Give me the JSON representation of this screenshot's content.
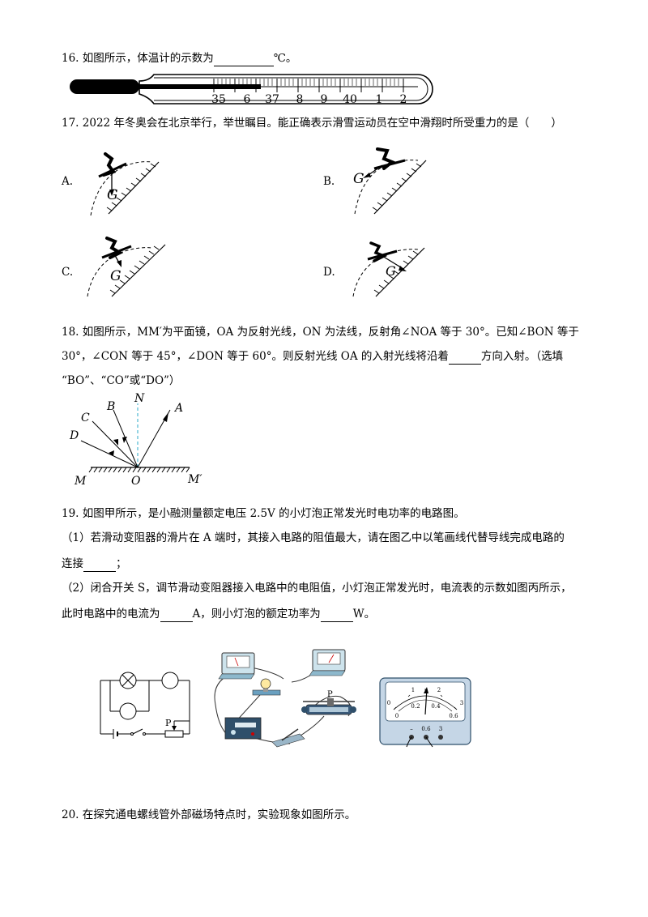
{
  "q16": {
    "number": "16.",
    "text": "如图所示，体温计的示数为",
    "unit": "℃。",
    "scale_labels": [
      "35",
      "6",
      "37",
      "8",
      "9",
      "40",
      "1",
      "2"
    ]
  },
  "q17": {
    "number": "17.",
    "text": "2022 年冬奥会在北京举行，举世瞩目。能正确表示滑雪运动员在空中滑翔时所受重力的是（　　）",
    "options": [
      "A.",
      "B.",
      "C.",
      "D."
    ],
    "force_label": "G"
  },
  "q18": {
    "number": "18.",
    "line1": "如图所示，MM′为平面镜，OA 为反射光线，ON 为法线，反射角∠NOA 等于 30°。已知∠BON 等于",
    "line2_a": "30°，∠CON 等于 45°，∠DON 等于 60°。则反射光线 OA 的入射光线将沿着",
    "line2_b": "方向入射。（选填",
    "line3": "“BO”、“CO”或“DO”）",
    "labels": {
      "N": "N",
      "A": "A",
      "B": "B",
      "C": "C",
      "D": "D",
      "M": "M",
      "O": "O",
      "Mp": "M′"
    }
  },
  "q19": {
    "number": "19.",
    "text": "如图甲所示，是小融测量额定电压 2.5V 的小灯泡正常发光时电功率的电路图。",
    "part1_a": "（1）若滑动变阻器的滑片在 A 端时，其接入电路的阻值最大，请在图乙中以笔画线代替导线完成电路的",
    "part1_b": "连接",
    "part1_c": "；",
    "part2_a": "（2）闭合开关 S，调节滑动变阻器接入电路中的电阻值，小灯泡正常发光时，电流表的示数如图丙所示，",
    "part2_b": "此时电路中的电流为",
    "part2_c": "A，则小灯泡的额定功率为",
    "part2_d": "W。",
    "slider_label": "P",
    "ammeter": {
      "outer_scale": [
        "0",
        "1",
        "2",
        "3"
      ],
      "inner_scale": [
        "0",
        "0.2",
        "0.4",
        "0.6"
      ],
      "terminals": [
        "–",
        "0.6",
        "3"
      ]
    }
  },
  "q20": {
    "number": "20.",
    "text": "在探究通电螺线管外部磁场特点时，实验现象如图所示。"
  }
}
